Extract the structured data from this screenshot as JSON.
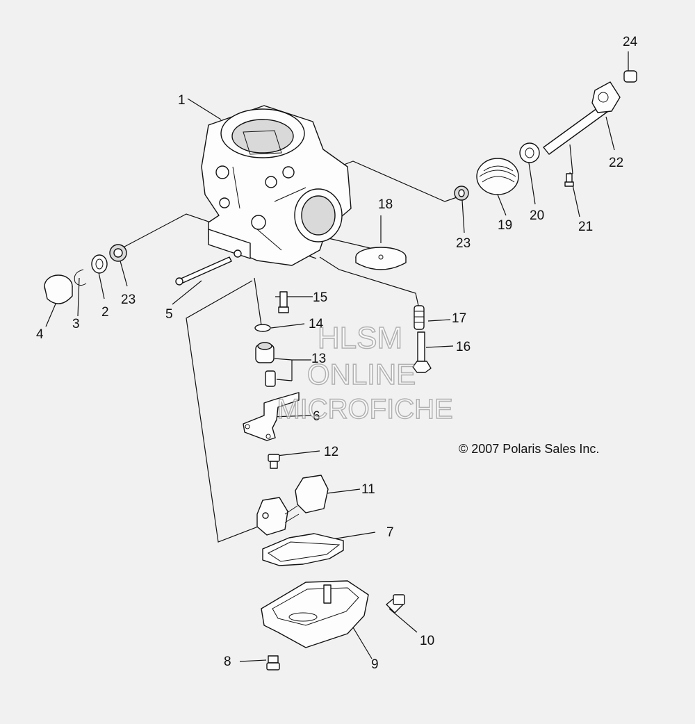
{
  "copyright": "© 2007 Polaris Sales Inc.",
  "watermark": {
    "line1": "HLSM",
    "line2": "ONLINE",
    "line3": "MICROFICHE"
  },
  "callouts": [
    {
      "id": "c1",
      "label": "1"
    },
    {
      "id": "c2",
      "label": "2"
    },
    {
      "id": "c3",
      "label": "3"
    },
    {
      "id": "c4",
      "label": "4"
    },
    {
      "id": "c5",
      "label": "5"
    },
    {
      "id": "c6",
      "label": "6"
    },
    {
      "id": "c7",
      "label": "7"
    },
    {
      "id": "c8",
      "label": "8"
    },
    {
      "id": "c9",
      "label": "9"
    },
    {
      "id": "c10",
      "label": "10"
    },
    {
      "id": "c11",
      "label": "11"
    },
    {
      "id": "c12",
      "label": "12"
    },
    {
      "id": "c13",
      "label": "13"
    },
    {
      "id": "c14",
      "label": "14"
    },
    {
      "id": "c15",
      "label": "15"
    },
    {
      "id": "c16",
      "label": "16"
    },
    {
      "id": "c17",
      "label": "17"
    },
    {
      "id": "c18",
      "label": "18"
    },
    {
      "id": "c19",
      "label": "19"
    },
    {
      "id": "c20",
      "label": "20"
    },
    {
      "id": "c21",
      "label": "21"
    },
    {
      "id": "c22",
      "label": "22"
    },
    {
      "id": "c23a",
      "label": "23"
    },
    {
      "id": "c23b",
      "label": "23"
    },
    {
      "id": "c24",
      "label": "24"
    }
  ]
}
